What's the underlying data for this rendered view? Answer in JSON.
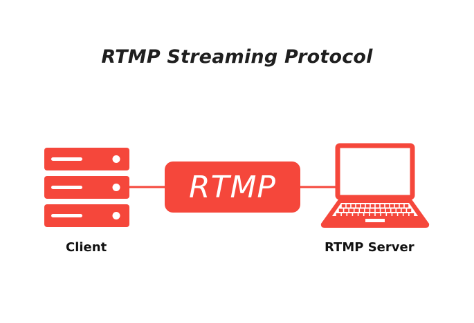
{
  "title": "RTMP Streaming Protocol",
  "nodes": {
    "client": {
      "label": "Client",
      "icon": "server-stack-icon",
      "units": 3
    },
    "protocol": {
      "label": "RTMP"
    },
    "server": {
      "label": "RTMP Server",
      "icon": "laptop-icon"
    }
  },
  "connections": [
    {
      "from": "client",
      "to": "protocol"
    },
    {
      "from": "protocol",
      "to": "server"
    }
  ],
  "colors": {
    "accent": "#f5473b",
    "text": "#1f1f1f",
    "background": "#ffffff"
  }
}
